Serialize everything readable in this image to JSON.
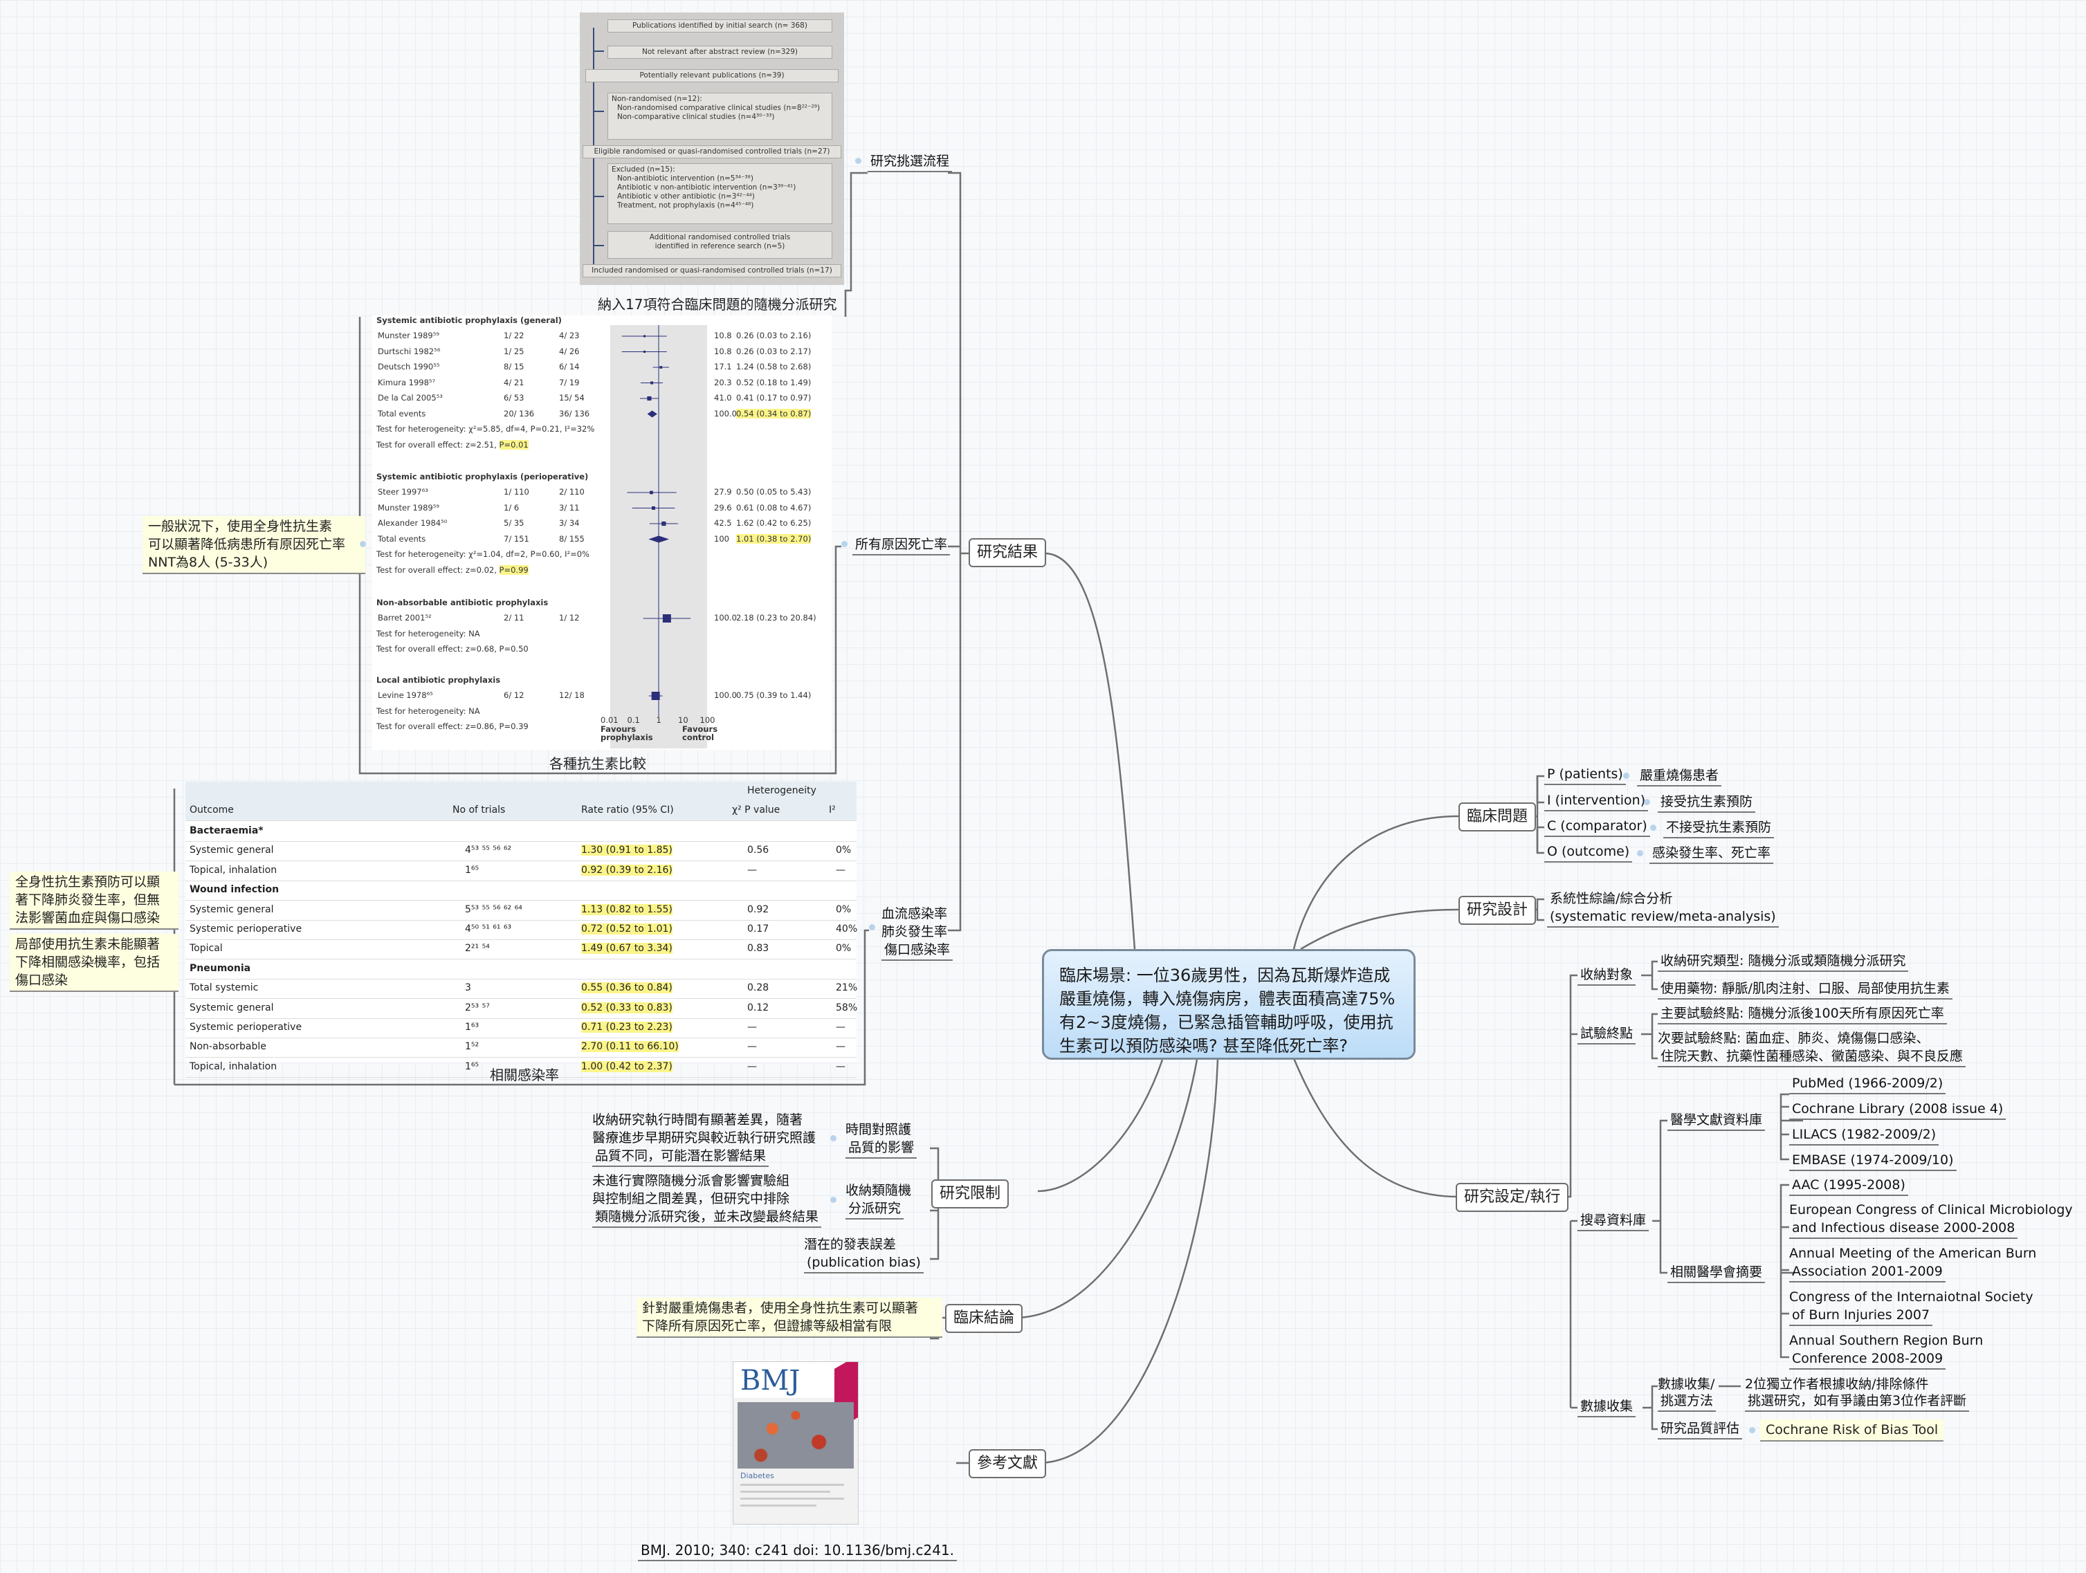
{
  "central": "臨床場景: 一位36歲男性，因為瓦斯爆炸造成嚴重燒傷，轉入燒傷病房，體表面積高達75%有2~3度燒傷，已緊急插管輔助呼吸，使用抗生素可以預防感染嗎? 甚至降低死亡率?",
  "right": {
    "clinical_question": {
      "label": "臨床問題",
      "items": [
        {
          "k": "P (patients)",
          "v": "嚴重燒傷患者"
        },
        {
          "k": "I (intervention)",
          "v": "接受抗生素預防"
        },
        {
          "k": "C (comparator)",
          "v": "不接受抗生素預防"
        },
        {
          "k": "O (outcome)",
          "v": "感染發生率、死亡率"
        }
      ]
    },
    "study_design": {
      "label": "研究設計",
      "line1": "系統性綜論/綜合分析",
      "line2": "(systematic review/meta-analysis)"
    },
    "study_setting": {
      "label": "研究設定/執行",
      "inclusion": {
        "label": "收納對象",
        "a": "收納研究類型: 隨機分派或類隨機分派研究",
        "b": "使用藥物: 靜脈/肌肉注射、口服、局部使用抗生素"
      },
      "endpoint": {
        "label": "試驗終點",
        "a": "主要試驗終點: 隨機分派後100天所有原因死亡率",
        "b1": "次要試驗終點: 菌血症、肺炎、燒傷傷口感染、",
        "b2": "住院天數、抗藥性菌種感染、黴菌感染、與不良反應"
      },
      "search": {
        "label": "搜尋資料庫",
        "med_db": "醫學文獻資料庫",
        "dbs": [
          "PubMed (1966-2009/2)",
          "Cochrane Library (2008 issue 4)",
          "LILACS (1982-2009/2)",
          "EMBASE (1974-2009/10)"
        ],
        "conf": "相關醫學會摘要",
        "confs": [
          "AAC (1995-2008)",
          "European Congress of Clinical Microbiology",
          "and Infectious disease 2000-2008",
          "Annual Meeting of the American Burn",
          "Association 2001-2009",
          "Congress of the Internaiotnal Society",
          "of Burn Injuries 2007",
          "Annual Southern Region Burn",
          "Conference 2008-2009"
        ]
      },
      "data": {
        "label": "數據收集",
        "collect1": "數據收集/",
        "collect2": "挑選方法",
        "method1": "2位獨立作者根據收納/排除條件",
        "method2": "挑選研究，如有爭議由第3位作者評斷",
        "quality": "研究品質評估",
        "tool": "Cochrane Risk of Bias Tool"
      }
    }
  },
  "left": {
    "results": {
      "label": "研究結果",
      "flow": "研究挑選流程",
      "mortality": "所有原因死亡率",
      "infection1": "血流感染率",
      "infection2": "肺炎發生率",
      "infection3": "傷口感染率"
    },
    "prisma_caption": "納入17項符合臨床問題的隨機分派研究",
    "prisma": [
      "Publications identified by initial search (n= 368)",
      "Not relevant after abstract review (n=329)",
      "Potentially relevant publications (n=39)",
      "Non-randomised (n=12):",
      "Non-randomised comparative clinical studies (n=8²²⁻²⁹)",
      "Non-comparative clinical studies (n=4³⁰⁻³³)",
      "Eligible randomised or quasi-randomised controlled trials (n=27)",
      "Excluded (n=15):",
      "Non-antibiotic intervention (n=5³⁴⁻³⁸)",
      "Antibiotic v non-antibiotic intervention (n=3³⁹⁻⁴¹)",
      "Antibiotic v other antibiotic (n=3⁴²⁻⁴⁴)",
      "Treatment, not prophylaxis (n=4⁴⁵⁻⁴⁸)",
      "Additional randomised controlled trials",
      "identified in reference search (n=5)",
      "Included randomised or quasi-randomised controlled trials (n=17)"
    ],
    "forest_caption": "各種抗生素比較",
    "forest": {
      "groups": [
        {
          "title": "Systemic antibiotic prophylaxis (general)",
          "rows": [
            [
              "Munster 1989⁵⁹",
              "1/ 22",
              "4/ 23",
              "10.8",
              "0.26 (0.03  to 2.16)"
            ],
            [
              "Durtschi 1982⁵⁶",
              "1/ 25",
              "4/ 26",
              "10.8",
              "0.26 (0.03 to 2.17)"
            ],
            [
              "Deutsch 1990⁵⁵",
              "8/ 15",
              "6/ 14",
              "17.1",
              "1.24 (0.58 to 2.68)"
            ],
            [
              "Kimura 1998⁵⁷",
              "4/ 21",
              "7/ 19",
              "20.3",
              "0.52 (0.18 to 1.49)"
            ],
            [
              "De la Cal 2005⁵³",
              "6/ 53",
              "15/ 54",
              "41.0",
              "0.41 (0.17 to 0.97)"
            ],
            [
              "Total events",
              "20/ 136",
              "36/ 136",
              "100.0",
              "0.54 (0.34 to 0.87)"
            ]
          ],
          "het": "Test for heterogeneity: χ²=5.85, df=4, P=0.21, I²=32%",
          "eff": "Test for overall effect: z=2.51, ",
          "p": "P=0.01"
        },
        {
          "title": "Systemic antibiotic prophylaxis (perioperative)",
          "rows": [
            [
              "Steer 1997⁶³",
              "1/ 110",
              "2/ 110",
              "27.9",
              "0.50 (0.05 to 5.43)"
            ],
            [
              "Munster 1989⁵⁹",
              "1/ 6",
              "3/ 11",
              "29.6",
              "0.61 (0.08 to 4.67)"
            ],
            [
              "Alexander 1984⁵⁰",
              "5/ 35",
              "3/ 34",
              "42.5",
              "1.62 (0.42 to 6.25)"
            ],
            [
              "Total events",
              "7/ 151",
              "8/ 155",
              "100",
              "1.01 (0.38 to 2.70)"
            ]
          ],
          "het": "Test for heterogeneity: χ²=1.04, df=2, P=0.60, I²=0%",
          "eff": "Test for overall effect: z=0.02, ",
          "p": "P=0.99"
        },
        {
          "title": "Non-absorbable antibiotic prophylaxis",
          "rows": [
            [
              "Barret 2001⁵²",
              "2/ 11",
              "1/ 12",
              "100.0",
              "2.18 (0.23 to 20.84)"
            ]
          ],
          "het": "Test for heterogeneity: NA",
          "eff": "Test for overall effect: z=0.68, P=0.50",
          "p": ""
        },
        {
          "title": "Local antibiotic prophylaxis",
          "rows": [
            [
              "Levine 1978⁶⁵",
              "6/ 12",
              "12/ 18",
              "100.0",
              "0.75 (0.39 to 1.44)"
            ]
          ],
          "het": "Test for heterogeneity: NA",
          "eff": "Test for overall effect: z=0.86, P=0.39",
          "p": ""
        }
      ],
      "axis": [
        "0.01",
        "0.1",
        "1",
        "10",
        "100"
      ],
      "favours_left": "Favours prophylaxis",
      "favours_right": "Favours control"
    },
    "mortality_note": [
      "一般狀況下，使用全身性抗生素",
      "可以顯著降低病患所有原因死亡率",
      "NNT為8人 (5-33人)"
    ],
    "table_caption": "相關感染率",
    "table": {
      "het_header": "Heterogeneity",
      "headers": [
        "Outcome",
        "No of trials",
        "Rate ratio (95% CI)",
        "χ² P value",
        "I²"
      ],
      "rows": [
        [
          "Bacteraemia*",
          "",
          "",
          "",
          ""
        ],
        [
          "Systemic general",
          "4⁵³ ⁵⁵ ⁵⁶ ⁶²",
          "1.30 (0.91 to 1.85)",
          "0.56",
          "0%"
        ],
        [
          "Topical, inhalation",
          "1⁶⁵",
          "0.92 (0.39 to 2.16)",
          "—",
          "—"
        ],
        [
          "Wound infection",
          "",
          "",
          "",
          ""
        ],
        [
          "Systemic general",
          "5⁵³ ⁵⁵ ⁵⁶ ⁶² ⁶⁴",
          "1.13 (0.82 to 1.55)",
          "0.92",
          "0%"
        ],
        [
          "Systemic perioperative",
          "4⁵⁰ ⁵¹ ⁶¹ ⁶³",
          "0.72 (0.52 to 1.01)",
          "0.17",
          "40%"
        ],
        [
          "Topical",
          "2²¹ ⁵⁴",
          "1.49 (0.67 to 3.34)",
          "0.83",
          "0%"
        ],
        [
          "Pneumonia",
          "",
          "",
          "",
          ""
        ],
        [
          "Total systemic",
          "3",
          "0.55 (0.36 to 0.84)",
          "0.28",
          "21%"
        ],
        [
          "Systemic general",
          "2⁵³ ⁵⁷",
          "0.52 (0.33 to 0.83)",
          "0.12",
          "58%"
        ],
        [
          "Systemic perioperative",
          "1⁶³",
          "0.71 (0.23 to 2.23)",
          "—",
          "—"
        ],
        [
          "Non-absorbable",
          "1⁵²",
          "2.70 (0.11 to 66.10)",
          "—",
          "—"
        ],
        [
          "Topical, inhalation",
          "1⁶⁵",
          "1.00 (0.42 to 2.37)",
          "—",
          "—"
        ]
      ]
    },
    "infection_notes": {
      "a": [
        "全身性抗生素預防可以顯",
        "著下降肺炎發生率，但無",
        "法影響菌血症與傷口感染"
      ],
      "b": [
        "局部使用抗生素未能顯著",
        "下降相關感染機率，包括",
        "傷口感染"
      ]
    },
    "limits": {
      "label": "研究限制",
      "time_label": [
        "時間對照護",
        "品質的影響"
      ],
      "time_note": [
        "收納研究執行時間有顯著差異，隨著",
        "醫療進步早期研究與較近執行研究照護",
        "品質不同，可能潛在影響結果"
      ],
      "quasi_label": [
        "收納類隨機",
        "分派研究"
      ],
      "quasi_note": [
        "未進行實際隨機分派會影響實驗組",
        "與控制組之間差異，但研究中排除",
        "類隨機分派研究後，並未改變最終結果"
      ],
      "pub": [
        "潛在的發表誤差",
        "(publication bias)"
      ]
    },
    "conclusion": {
      "label": "臨床結論",
      "note": [
        "針對嚴重燒傷患者，使用全身性抗生素可以顯著",
        "下降所有原因死亡率，但證據等級相當有限"
      ]
    },
    "reference": {
      "label": "參考文獻",
      "cite": "BMJ. 2010; 340: c241 doi: 10.1136/bmj.c241.",
      "logo": "BMJ",
      "cover_title": "Diabetes"
    }
  },
  "colors": {
    "link": "#6f6f6f",
    "highlight": "#fbf48a",
    "note_bg": "#fefee0",
    "central_bg": "#bcdcf7"
  }
}
